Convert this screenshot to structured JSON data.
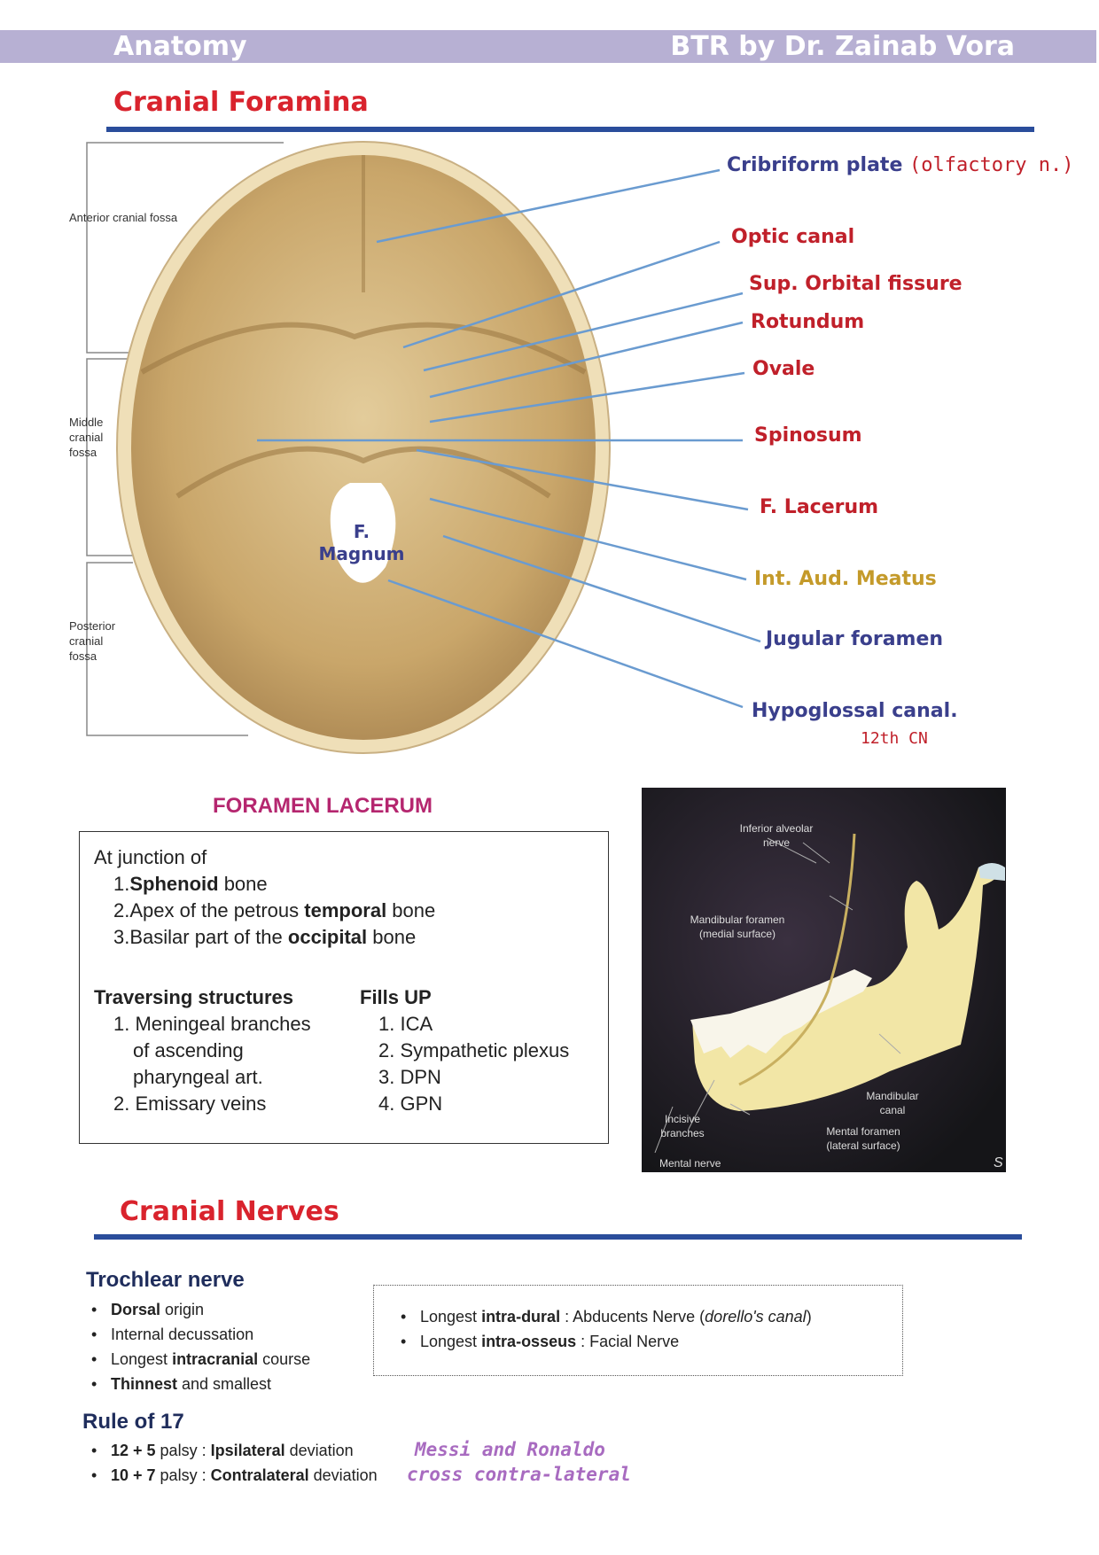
{
  "header": {
    "subject": "Anatomy",
    "author": "BTR by Dr. Zainab Vora"
  },
  "foramina": {
    "title": "Cranial Foramina",
    "fossae": [
      "Anterior cranial fossa",
      "Middle cranial fossa",
      "Posterior cranial fossa"
    ],
    "magnum_label": [
      "F.",
      "Magnum"
    ],
    "labels": [
      {
        "text": "Cribriform plate",
        "note": "(olfactory n.)"
      },
      {
        "text": "Optic canal"
      },
      {
        "text": "Sup. Orbital fissure"
      },
      {
        "text": "Rotundum"
      },
      {
        "text": "Ovale"
      },
      {
        "text": "Spinosum"
      },
      {
        "text": "F. Lacerum"
      },
      {
        "text": "Int. Aud. Meatus"
      },
      {
        "text": "Jugular foramen"
      },
      {
        "text": "Hypoglossal canal.",
        "note": "12th CN"
      }
    ],
    "colors": {
      "red": "#c0202a",
      "navy": "#3a3f8c",
      "gold": "#c49a2a",
      "arrow": "#6a9bd0"
    }
  },
  "lacerum": {
    "title": "FORAMEN LACERUM",
    "intro": "At junction of",
    "junction": [
      {
        "num": "1.",
        "bold": "Sphenoid",
        "pre": "",
        "post": " bone"
      },
      {
        "num": "2.",
        "pre": "Apex of the petrous ",
        "bold": "temporal",
        "post": " bone"
      },
      {
        "num": "3.",
        "pre": "Basilar part of the ",
        "bold": "occipital",
        "post": " bone"
      }
    ],
    "traversing_title": "Traversing structures",
    "traversing": [
      "1.  Meningeal branches",
      "of ascending",
      "pharyngeal art.",
      "2.  Emissary veins"
    ],
    "fills_title": "Fills UP",
    "fills": [
      "1. ICA",
      "2. Sympathetic plexus",
      "3. DPN",
      "4. GPN"
    ]
  },
  "jaw": {
    "labels": [
      "Inferior alveolar",
      "nerve",
      "Mandibular foramen",
      "(medial surface)",
      "Mandibular",
      "canal",
      "Incisive",
      "branches",
      "Mental foramen",
      "(lateral surface)",
      "Mental nerve"
    ],
    "signature": "S"
  },
  "nerves": {
    "title": "Cranial Nerves",
    "trochlear_title": "Trochlear nerve",
    "trochlear": [
      {
        "bold": "Dorsal",
        "post": " origin",
        "pre": ""
      },
      {
        "pre": "Internal decussation",
        "bold": "",
        "post": ""
      },
      {
        "pre": "Longest ",
        "bold": "intracranial",
        "post": " course"
      },
      {
        "pre": "",
        "bold": "Thinnest",
        "post": " and smallest"
      }
    ],
    "longest": [
      {
        "pre": "Longest ",
        "bold": "intra-dural",
        "post": " : Abducents Nerve (",
        "ital": "dorello's canal",
        "end": ")"
      },
      {
        "pre": "Longest ",
        "bold": "intra-osseus",
        "post": " : Facial Nerve",
        "ital": "",
        "end": ""
      }
    ],
    "rule_title": "Rule of 17",
    "rule": [
      {
        "nums": "12 + 5",
        "mid": " palsy : ",
        "bold": "Ipsilateral",
        "post": " deviation"
      },
      {
        "nums": "10 + 7",
        "mid": " palsy : ",
        "bold": "Contralateral",
        "post": " deviation"
      }
    ],
    "mnemonic": [
      "Messi and Ronaldo",
      "cross contra-lateral"
    ]
  }
}
